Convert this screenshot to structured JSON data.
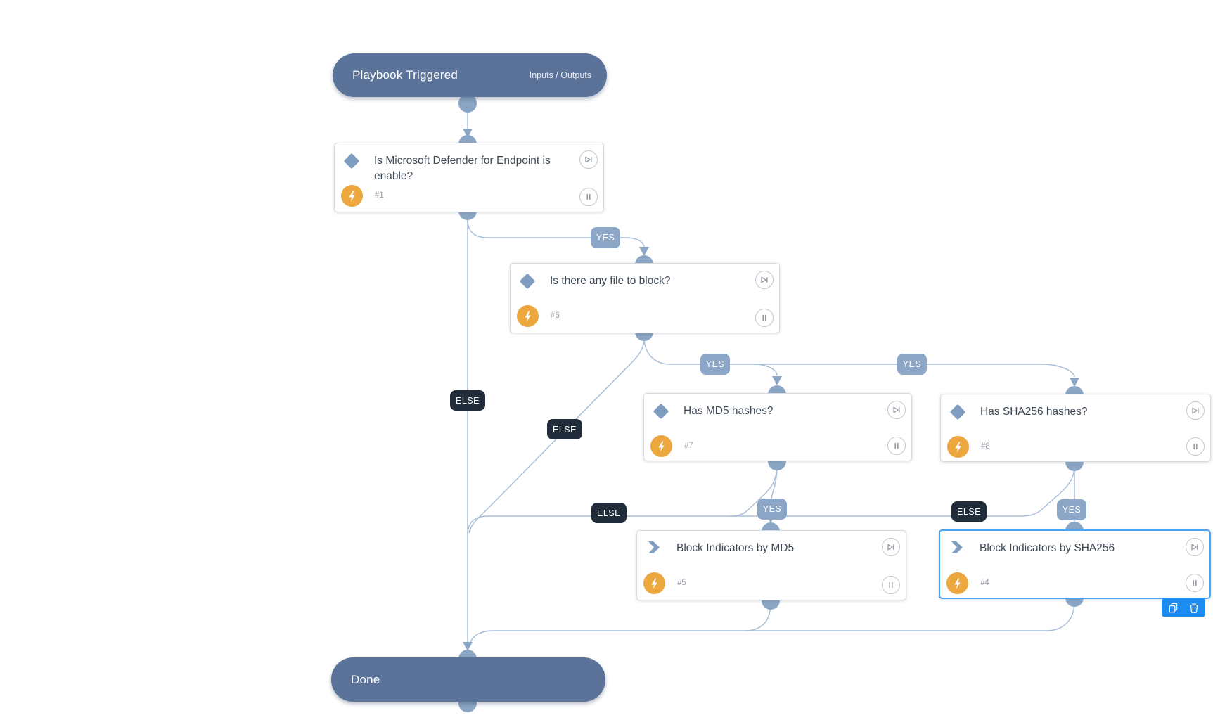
{
  "app": {
    "view": "playbook-work-plan-canvas"
  },
  "terminals": {
    "start": {
      "label": "Playbook Triggered",
      "link": "Inputs / Outputs"
    },
    "end": {
      "label": "Done"
    }
  },
  "edge_labels": {
    "yes": "YES",
    "else": "ELSE"
  },
  "tasks": [
    {
      "number": "#1",
      "title": "Is Microsoft Defender for Endpoint is enable?",
      "kind": "condition",
      "selected": false
    },
    {
      "number": "#6",
      "title": "Is there any file to block?",
      "kind": "condition",
      "selected": false
    },
    {
      "number": "#7",
      "title": "Has MD5 hashes?",
      "kind": "condition",
      "selected": false
    },
    {
      "number": "#8",
      "title": "Has SHA256 hashes?",
      "kind": "condition",
      "selected": false
    },
    {
      "number": "#5",
      "title": "Block Indicators by MD5",
      "kind": "sub-playbook",
      "selected": false
    },
    {
      "number": "#4",
      "title": "Block Indicators by SHA256",
      "kind": "sub-playbook",
      "selected": true
    }
  ],
  "icons": {
    "condition": "diamond-icon",
    "sub_playbook": "chevron-icon",
    "quiet_mode": "lightning-icon",
    "run": "skip-run-icon",
    "pause": "pause-icon",
    "copy": "copy-icon",
    "delete": "trash-icon"
  },
  "palette": {
    "terminal_node": "#5b7299",
    "connector_dot": "#8ba6c4",
    "edge_line": "#a9bfd7",
    "yes_badge": "#8ba6c6",
    "else_badge": "#202c39",
    "selection_border": "#4da2ee",
    "selection_toolbar": "#1d8cf0",
    "task_icon_blue": "#7f9dc1",
    "quiet_icon_orange": "#eca73e"
  }
}
